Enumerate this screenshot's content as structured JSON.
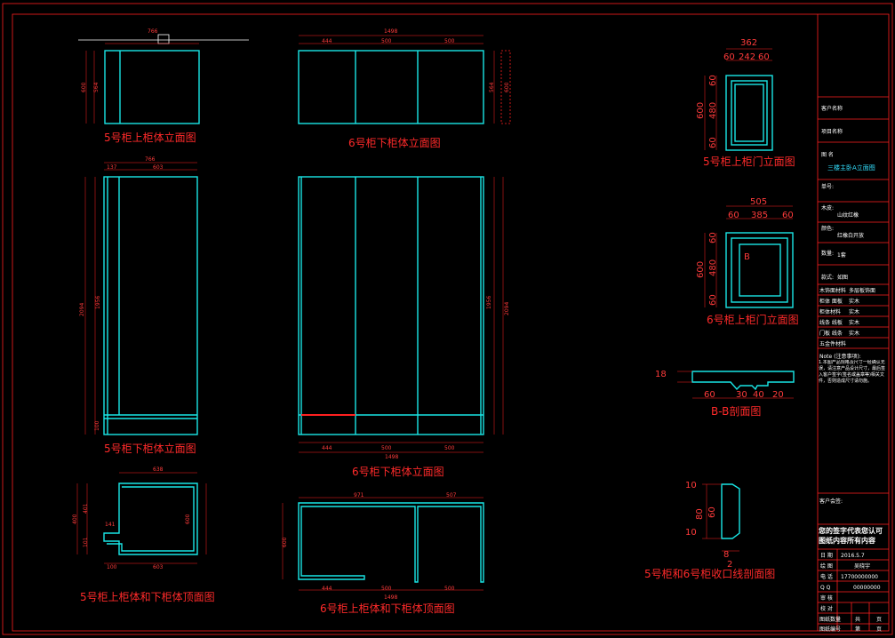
{
  "captions": {
    "c1": "5号柜上柜体立面图",
    "c2": "6号柜下柜体立面图",
    "c3": "5号柜上柜门立面图",
    "c4": "5号柜下柜体立面图",
    "c5": "6号柜下柜体立面图",
    "c6": "6号柜上柜门立面图",
    "c7": "B-B剖面图",
    "c8": "5号柜上柜体和下柜体顶面图",
    "c9": "6号柜上柜体和下柜体顶面图",
    "c10": "5号柜和6号柜收口线剖面图"
  },
  "dims": {
    "top5_w": "766",
    "top5_h1": "600",
    "top5_h2": "564",
    "top6_w": "1498",
    "top6_a": "444",
    "top6_b": "500",
    "top6_c": "500",
    "top6_h1": "564",
    "top6_h2": "600",
    "low5_w": "766",
    "low5_a": "137",
    "low5_b": "603",
    "low5_h": "2094",
    "low5_h2": "1956",
    "low5_foot": "100",
    "low6_h": "1956",
    "low6_h2": "2094",
    "low6_w": "1498",
    "low6_a": "444",
    "low6_b": "500",
    "low6_c": "500",
    "door5_w": "362",
    "door5_a": "60",
    "door5_b": "242",
    "door5_c": "60",
    "door5_h": "600",
    "door5_h1": "60",
    "door5_h2": "480",
    "door5_h3": "60",
    "door6_w": "505",
    "door6_a": "60",
    "door6_b": "385",
    "door6_c": "60",
    "door6_h": "600",
    "door6_h1": "60",
    "door6_h2": "480",
    "door6_h3": "60",
    "door6_mark": "B",
    "sec_18": "18",
    "sec_60": "60",
    "sec_30": "30",
    "sec_40": "40",
    "sec_20": "20",
    "plan5_w": "638",
    "plan5_a": "100",
    "plan5_b": "603",
    "plan5_h1": "400",
    "plan5_h2": "401",
    "plan5_h3": "141",
    "plan5_h4": "101",
    "plan5_h5": "600",
    "plan6_a": "971",
    "plan6_b": "507",
    "plan6_c": "444",
    "plan6_d": "500",
    "plan6_e": "500",
    "plan6_w": "1498",
    "plan6_h": "600",
    "trim_10a": "10",
    "trim_80": "80",
    "trim_60": "60",
    "trim_10b": "10",
    "trim_8": "8",
    "trim_2": "2"
  },
  "titleblock": {
    "customer_label": "客户名称",
    "project_label": "项目名称",
    "drawing_name_label": "图 名",
    "drawing_name_value": "三楼主卧A立面图",
    "order_label": "单号:",
    "wood_label": "木皮:",
    "wood_value": "山纹红橡",
    "color_label": "颜色:",
    "color_value": "红橡白开放",
    "qty_label": "数量:",
    "qty_value": "1套",
    "style_label": "款式:",
    "style_value": "如图",
    "mat_rows": [
      [
        "木饰面材料",
        "多层板饰面"
      ],
      [
        "柜体  面板",
        "实木"
      ],
      [
        "柜体材料",
        "实木"
      ],
      [
        "线条  线板",
        "实木"
      ],
      [
        "门板  线条",
        "实木"
      ],
      [
        "五金件材料",
        ""
      ]
    ],
    "note_title": "Note (注意事项):",
    "note_text": "1.本图产品规格及尺寸一经确认无误，请注意产品设计尺寸，最后签入客户签字(签名或盖章等)相关文件，否则造成尺寸请勿施。",
    "customer_sign_label": "客户会签:",
    "customer_confirm": "您的签字代表您认可图纸内容所有内容",
    "date_label": "日  期",
    "date_value": "2016.5.7",
    "drawer_label": "绘  图",
    "drawer_value": "吴晓宇",
    "phone_label": "电  话",
    "phone_value": "17700000000",
    "qq_label": "Q  Q",
    "qq_value": "00000000",
    "check_label": "审  核",
    "reviewer_label": "校  对",
    "pages_label": "图纸数量",
    "pages_of": "共",
    "pages_unit": "页",
    "page_label": "图纸编号",
    "page_no": "第",
    "page_unit": "页"
  },
  "colors": {
    "background": "#000000",
    "frame": "#ff2020",
    "cabinet": "#19e6e6",
    "dimension": "#ff3b3b",
    "title_text": "#ffffff"
  }
}
